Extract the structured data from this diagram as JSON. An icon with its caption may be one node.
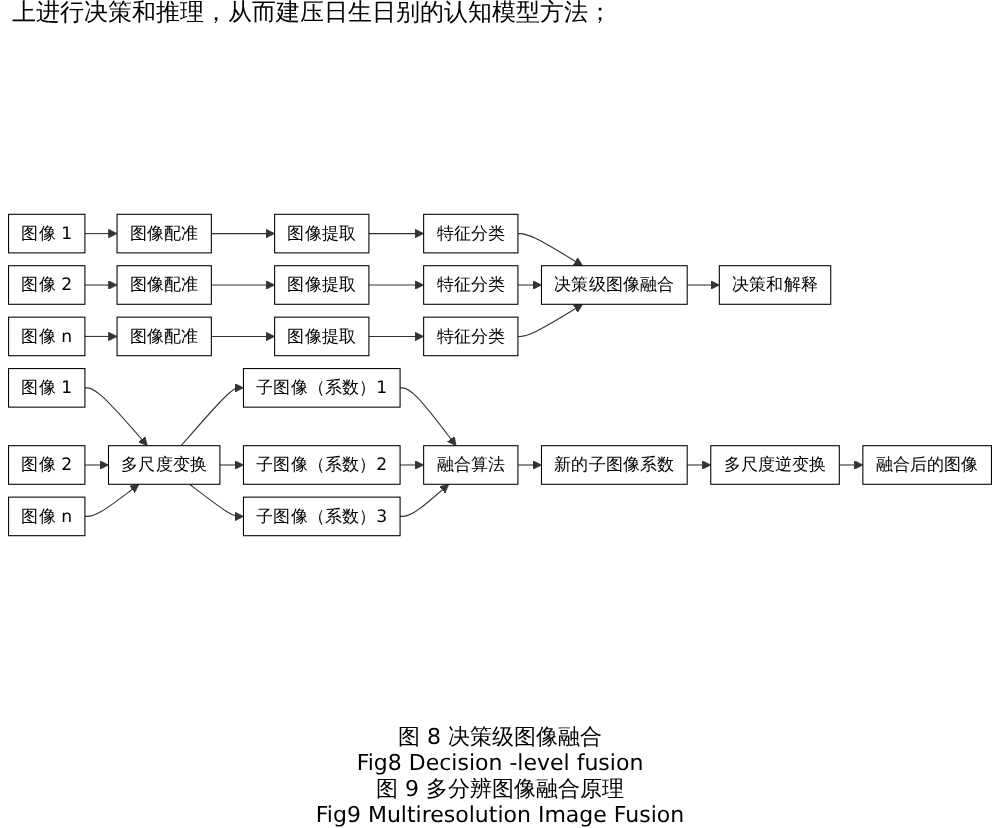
{
  "diagram": {
    "nodes": [
      {
        "text": [
          "图像 1"
        ]
      },
      {
        "text": [
          "图像配准"
        ]
      },
      {
        "text": [
          "图像提取"
        ]
      },
      {
        "text": [
          "特征分类"
        ]
      },
      {
        "text": [
          "图像 2"
        ]
      },
      {
        "text": [
          "图像配准"
        ]
      },
      {
        "text": [
          "图像提取"
        ]
      },
      {
        "text": [
          "特征分类"
        ]
      },
      {
        "text": [
          "图像 n"
        ]
      },
      {
        "text": [
          "图像配准"
        ]
      },
      {
        "text": [
          "图像提取"
        ]
      },
      {
        "text": [
          "特征分类"
        ]
      },
      {
        "text": [
          "决策级图像融合"
        ]
      },
      {
        "text": [
          "决策和解释"
        ]
      },
      {
        "text": [
          "图像 1"
        ]
      },
      {
        "text": [
          "图像 2"
        ]
      },
      {
        "text": [
          "图像 n"
        ]
      },
      {
        "text": [
          "多尺度变换"
        ]
      },
      {
        "text": [
          "子图像（系数）1"
        ]
      },
      {
        "text": [
          "子图像（系数）2"
        ]
      },
      {
        "text": [
          "子图像（系数）3"
        ]
      },
      {
        "text": [
          "融合算法"
        ]
      },
      {
        "text": [
          "新的子图像系数"
        ]
      },
      {
        "text": [
          "多尺度逆变换"
        ]
      },
      {
        "text": [
          "融合后的图像"
        ]
      }
    ],
    "edges": [
      {
        "from": 0,
        "to": 1,
        "arrow": "to"
      },
      {
        "from": 1,
        "to": 2,
        "arrow": "to"
      },
      {
        "from": 2,
        "to": 3,
        "arrow": "to"
      },
      {
        "from": 3,
        "to": 12,
        "arrow": "to"
      },
      {
        "from": 4,
        "to": 5,
        "arrow": "to"
      },
      {
        "from": 5,
        "to": 6,
        "arrow": "to"
      },
      {
        "from": 6,
        "to": 7,
        "arrow": "to"
      },
      {
        "from": 7,
        "to": 12,
        "arrow": "to"
      },
      {
        "from": 8,
        "to": 9,
        "arrow": "to"
      },
      {
        "from": 9,
        "to": 10,
        "arrow": "to"
      },
      {
        "from": 10,
        "to": 11,
        "arrow": "to"
      },
      {
        "from": 11,
        "to": 12,
        "arrow": "to"
      },
      {
        "from": 12,
        "to": 13,
        "arrow": "to"
      },
      {
        "from": 14,
        "to": 17,
        "arrow": "to"
      },
      {
        "from": 15,
        "to": 17,
        "arrow": "to"
      },
      {
        "from": 16,
        "to": 17,
        "arrow": "to"
      },
      {
        "from": 17,
        "to": 18,
        "arrow": "to"
      },
      {
        "from": 17,
        "to": 19,
        "arrow": "to"
      },
      {
        "from": 17,
        "to": 20,
        "arrow": "to"
      },
      {
        "from": 18,
        "to": 21,
        "arrow": "to"
      },
      {
        "from": 19,
        "to": 21,
        "arrow": "to"
      },
      {
        "from": 20,
        "to": 21,
        "arrow": "to"
      },
      {
        "from": 21,
        "to": 22,
        "arrow": "to"
      },
      {
        "from": 22,
        "to": 23,
        "arrow": "to"
      },
      {
        "from": 23,
        "to": 24,
        "arrow": "to"
      }
    ],
    "labels": [
      "上进行决策和推理，从而建压日生日别的认知模型方法；",
      "图 8 决策级图像融合",
      "Fig8 Decision -level fusion",
      "图 9 多分辨图像融合原理",
      "Fig9 Multiresolution Image Fusion"
    ]
  }
}
